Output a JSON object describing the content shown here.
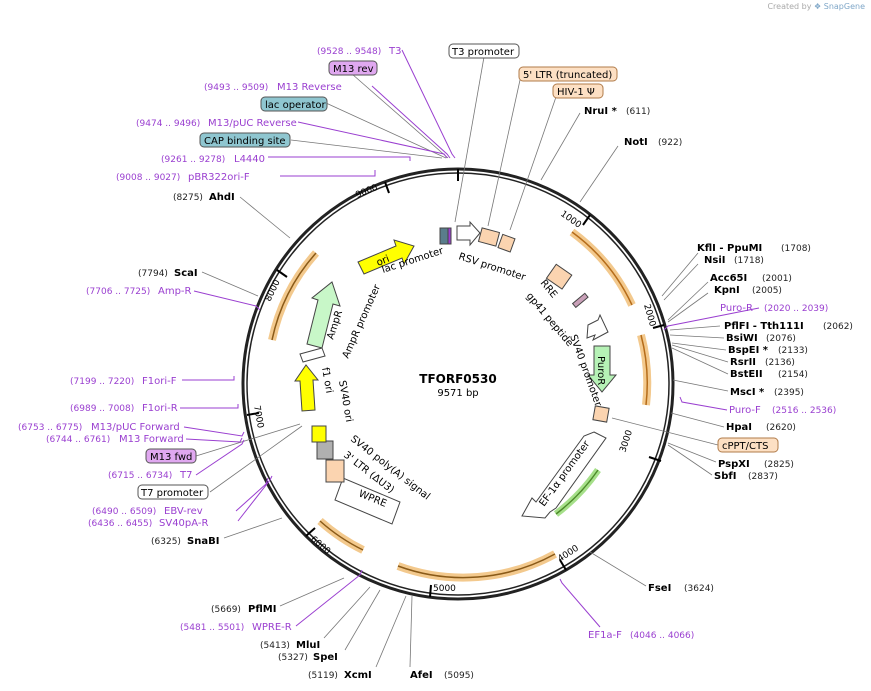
{
  "credit": {
    "prefix": "Created by",
    "brand": "SnapGene"
  },
  "plasmid": {
    "name": "TFORF0530",
    "length_label": "9571 bp"
  },
  "ticks": [
    "1000",
    "2000",
    "3000",
    "4000",
    "5000",
    "6000",
    "7000",
    "8000",
    "9000"
  ],
  "enzymes": [
    {
      "name": "NruI *",
      "pos": "(611)"
    },
    {
      "name": "NotI",
      "pos": "(922)"
    },
    {
      "name": "KflI - PpuMI",
      "pos": "(1708)"
    },
    {
      "name": "NsiI",
      "pos": "(1718)"
    },
    {
      "name": "Acc65I",
      "pos": "(2001)"
    },
    {
      "name": "KpnI",
      "pos": "(2005)"
    },
    {
      "name": "PflFI - Tth111I",
      "pos": "(2062)"
    },
    {
      "name": "BsiWI",
      "pos": "(2076)"
    },
    {
      "name": "BspEI *",
      "pos": "(2133)"
    },
    {
      "name": "RsrII",
      "pos": "(2136)"
    },
    {
      "name": "BstEII",
      "pos": "(2154)"
    },
    {
      "name": "MscI *",
      "pos": "(2395)"
    },
    {
      "name": "HpaI",
      "pos": "(2620)"
    },
    {
      "name": "PspXI",
      "pos": "(2825)"
    },
    {
      "name": "SbfI",
      "pos": "(2837)"
    },
    {
      "name": "FseI",
      "pos": "(3624)"
    },
    {
      "name": "AfeI",
      "pos": "(5095)"
    },
    {
      "name": "XcmI",
      "pos": "(5119)"
    },
    {
      "name": "SpeI",
      "pos": "(5327)"
    },
    {
      "name": "MluI",
      "pos": "(5413)"
    },
    {
      "name": "PflMI",
      "pos": "(5669)"
    },
    {
      "name": "SnaBI",
      "pos": "(6325)"
    },
    {
      "name": "ScaI",
      "pos": "(7794)"
    },
    {
      "name": "AhdI",
      "pos": "(8275)"
    }
  ],
  "primers": [
    {
      "name": "T3",
      "pos": "(9528 .. 9548)"
    },
    {
      "name": "M13 Reverse",
      "pos": "(9493 .. 9509)"
    },
    {
      "name": "M13/pUC Reverse",
      "pos": "(9474 .. 9496)"
    },
    {
      "name": "L4440",
      "pos": "(9261 .. 9278)"
    },
    {
      "name": "pBR322ori-F",
      "pos": "(9008 .. 9027)"
    },
    {
      "name": "Puro-R",
      "pos": "(2020 .. 2039)"
    },
    {
      "name": "Puro-F",
      "pos": "(2516 .. 2536)"
    },
    {
      "name": "EF1a-F",
      "pos": "(4046 .. 4066)"
    },
    {
      "name": "WPRE-R",
      "pos": "(5481 .. 5501)"
    },
    {
      "name": "SV40pA-R",
      "pos": "(6436 .. 6455)"
    },
    {
      "name": "EBV-rev",
      "pos": "(6490 .. 6509)"
    },
    {
      "name": "T7",
      "pos": "(6715 .. 6734)"
    },
    {
      "name": "M13 Forward",
      "pos": "(6744 .. 6761)"
    },
    {
      "name": "M13/pUC Forward",
      "pos": "(6753 .. 6775)"
    },
    {
      "name": "F1ori-R",
      "pos": "(6989 .. 7008)"
    },
    {
      "name": "F1ori-F",
      "pos": "(7199 .. 7220)"
    },
    {
      "name": "Amp-R",
      "pos": "(7706 .. 7725)"
    }
  ],
  "boxed_labels": [
    {
      "text": "T3 promoter",
      "color": "#ffffff"
    },
    {
      "text": "M13 rev",
      "color": "#e0a8f0"
    },
    {
      "text": "lac operator",
      "color": "#8fc6d0"
    },
    {
      "text": "CAP binding site",
      "color": "#8fc6d0"
    },
    {
      "text": "5' LTR (truncated)",
      "color": "#fde0c4"
    },
    {
      "text": "HIV-1 Ψ",
      "color": "#fde0c4"
    },
    {
      "text": "cPPT/CTS",
      "color": "#fde0c4"
    },
    {
      "text": "M13 fwd",
      "color": "#e0a8f0"
    },
    {
      "text": "T7 promoter",
      "color": "#ffffff"
    }
  ],
  "features": [
    "lac promoter",
    "RSV promoter",
    "RRE",
    "gp41 peptide",
    "SV40 promoter",
    "PuroR",
    "EF-1α promoter",
    "WPRE",
    "3' LTR (ΔU3)",
    "SV40 poly(A) signal",
    "SV40 ori",
    "f1 ori",
    "AmpR",
    "AmpR promoter",
    "ori"
  ],
  "colors": {
    "ring": "#222222",
    "orf_arrow": "#e6a14d",
    "ori": "#ffff00",
    "ampr": "#c8f7c8",
    "puror": "#b6f2b6",
    "primer": "#9a3fd0",
    "ltr": "#fde0c4"
  }
}
